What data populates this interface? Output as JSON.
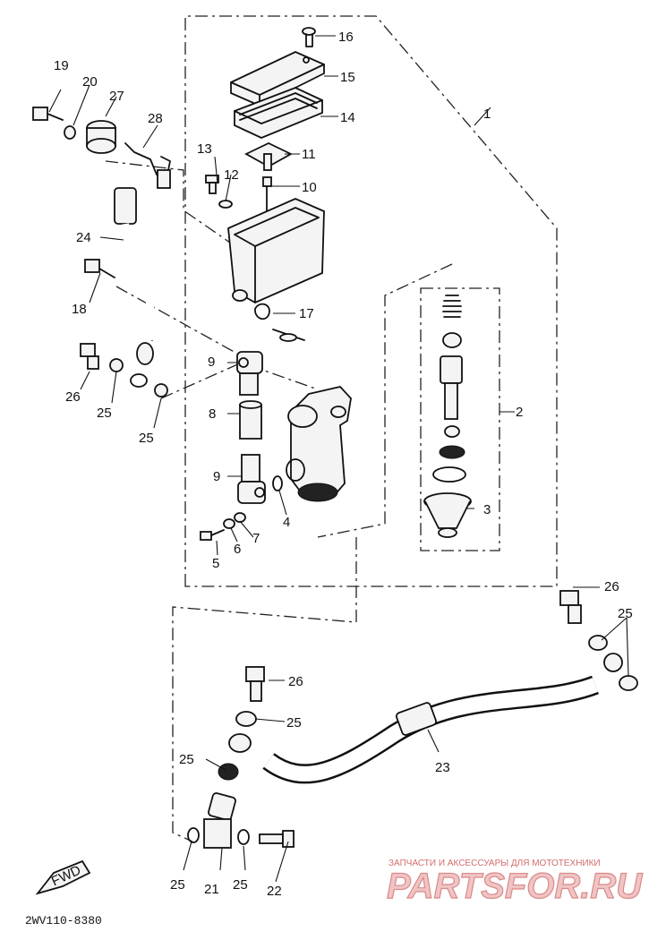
{
  "callouts": {
    "c1": "1",
    "c2": "2",
    "c3": "3",
    "c4": "4",
    "c5": "5",
    "c6": "6",
    "c7": "7",
    "c8": "8",
    "c9a": "9",
    "c9b": "9",
    "c10": "10",
    "c11": "11",
    "c12": "12",
    "c13": "13",
    "c14": "14",
    "c15": "15",
    "c16": "16",
    "c17": "17",
    "c18": "18",
    "c19": "19",
    "c20": "20",
    "c21": "21",
    "c22": "22",
    "c23": "23",
    "c24": "24",
    "c25a": "25",
    "c25b": "25",
    "c25c": "25",
    "c25d": "25",
    "c25e": "25",
    "c25f": "25",
    "c25g": "25",
    "c26a": "26",
    "c26b": "26",
    "c26c": "26",
    "c27": "27",
    "c28": "28"
  },
  "fwd_label": "FWD",
  "diagram_code": "2WV110-8380",
  "watermark": {
    "tagline": "ЗАПЧАСТИ И АКСЕССУАРЫ ДЛЯ МОТОТЕХНИКИ",
    "brand": "PARTSFOR.RU"
  }
}
